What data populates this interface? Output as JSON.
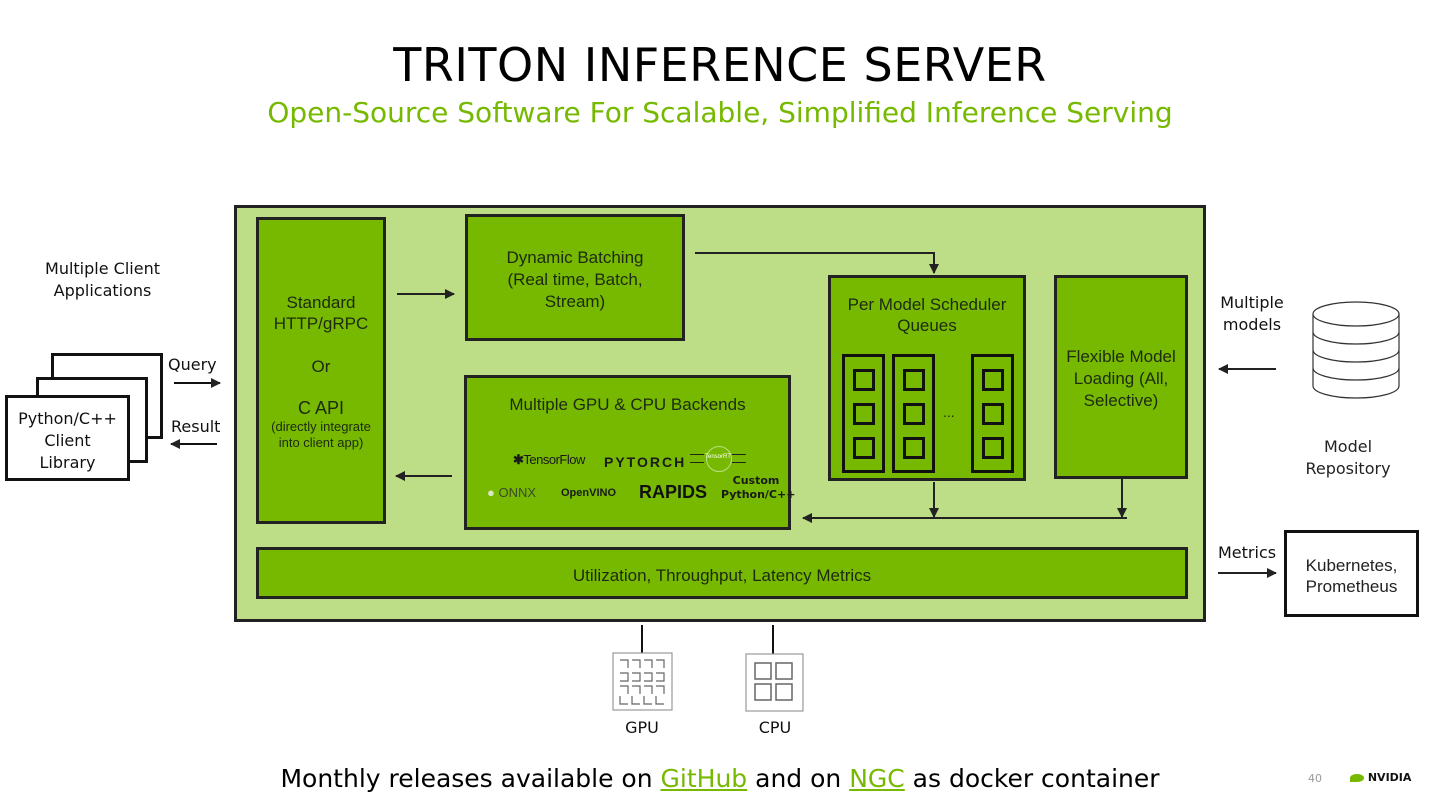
{
  "slide": {
    "title": "TRITON INFERENCE SERVER",
    "subtitle": "Open-Source Software For Scalable, Simplified Inference Serving",
    "page_number": "40",
    "brand": "NVIDIA",
    "colors": {
      "accent": "#76b900",
      "panel_bg": "#bddd86",
      "box_fill": "#76b900",
      "border": "#222222"
    }
  },
  "clients": {
    "heading_line1": "Multiple Client",
    "heading_line2": "Applications",
    "library_line1": "Python/C++",
    "library_line2": "Client",
    "library_line3": "Library",
    "query_label": "Query",
    "result_label": "Result"
  },
  "server": {
    "frontend": {
      "line1": "Standard",
      "line2": "HTTP/gRPC",
      "or": "Or",
      "capi": "C API",
      "note1": "(directly integrate",
      "note2": "into client app)"
    },
    "batching": {
      "line1": "Dynamic Batching",
      "line2": "(Real time, Batch,",
      "line3": "Stream)"
    },
    "backends": {
      "title": "Multiple GPU & CPU Backends",
      "items": [
        "TensorFlow",
        "PYTORCH",
        "TensorRT",
        "ONNX",
        "OpenVINO",
        "RAPIDS",
        "Custom",
        "Python/C++"
      ]
    },
    "scheduler": {
      "line1": "Per Model Scheduler",
      "line2": "Queues",
      "ellipsis": "..."
    },
    "model_loading": {
      "line1": "Flexible Model",
      "line2": "Loading (All,",
      "line3": "Selective)"
    },
    "metrics_bar": "Utilization, Throughput, Latency Metrics"
  },
  "repository": {
    "incoming_line1": "Multiple",
    "incoming_line2": "models",
    "label_line1": "Model",
    "label_line2": "Repository"
  },
  "monitoring": {
    "arrow_label": "Metrics",
    "line1": "Kubernetes,",
    "line2": "Prometheus"
  },
  "hardware": {
    "gpu_label": "GPU",
    "cpu_label": "CPU"
  },
  "footer": {
    "prefix": "Monthly releases available on ",
    "github": "GitHub",
    "middle": " and on ",
    "ngc": "NGC",
    "suffix": " as docker container"
  }
}
